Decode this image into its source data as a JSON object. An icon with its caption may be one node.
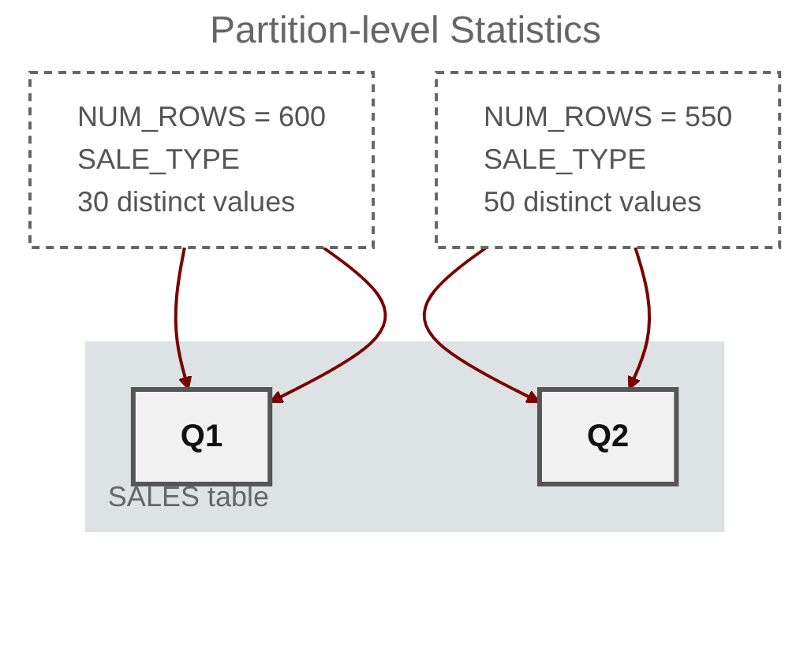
{
  "diagram": {
    "title": "Partition-level Statistics",
    "nodes": [
      {
        "text": [
          "NUM_ROWS = 600",
          "SALE_TYPE",
          "30 distinct values"
        ]
      },
      {
        "text": [
          "NUM_ROWS = 550",
          "SALE_TYPE",
          "50 distinct values"
        ]
      },
      {
        "text": [
          "SALES table"
        ]
      },
      {
        "text": [
          "Q1"
        ],
        "in": 2
      },
      {
        "text": [
          "Q2"
        ],
        "in": 2
      }
    ],
    "edges": [
      {
        "from": 0,
        "to": 3,
        "arrow": "to"
      },
      {
        "from": 0,
        "to": 3,
        "arrow": "to"
      },
      {
        "from": 1,
        "to": 4,
        "arrow": "to"
      },
      {
        "from": 1,
        "to": 4,
        "arrow": "to"
      }
    ]
  }
}
